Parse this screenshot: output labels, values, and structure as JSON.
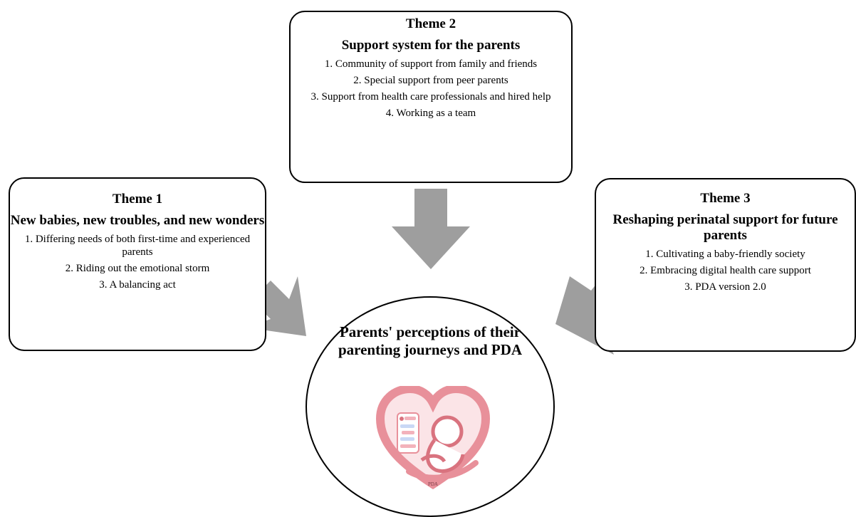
{
  "theme2": {
    "label": "Theme 2",
    "title": "Support system for the parents",
    "items": [
      "1. Community of support from family and friends",
      "2. Special support from peer parents",
      "3. Support from health care professionals and hired help",
      "4. Working as a team"
    ]
  },
  "theme1": {
    "label": "Theme 1",
    "title": "New babies, new troubles, and new wonders",
    "items": [
      "1. Differing needs of both first-time and experienced parents",
      "2. Riding out the emotional storm",
      "3. A balancing act"
    ]
  },
  "theme3": {
    "label": "Theme 3",
    "title": "Reshaping perinatal support for future parents",
    "items": [
      "1. Cultivating a baby-friendly society",
      "2. Embracing digital health care support",
      "3. PDA version 2.0"
    ]
  },
  "center": {
    "title": "Parents' perceptions of their parenting journeys and PDA",
    "logo_text": "PDA"
  },
  "colors": {
    "arrow": "#9e9e9e",
    "logo_pink": "#e8909a",
    "logo_pink_dark": "#d9737f"
  }
}
